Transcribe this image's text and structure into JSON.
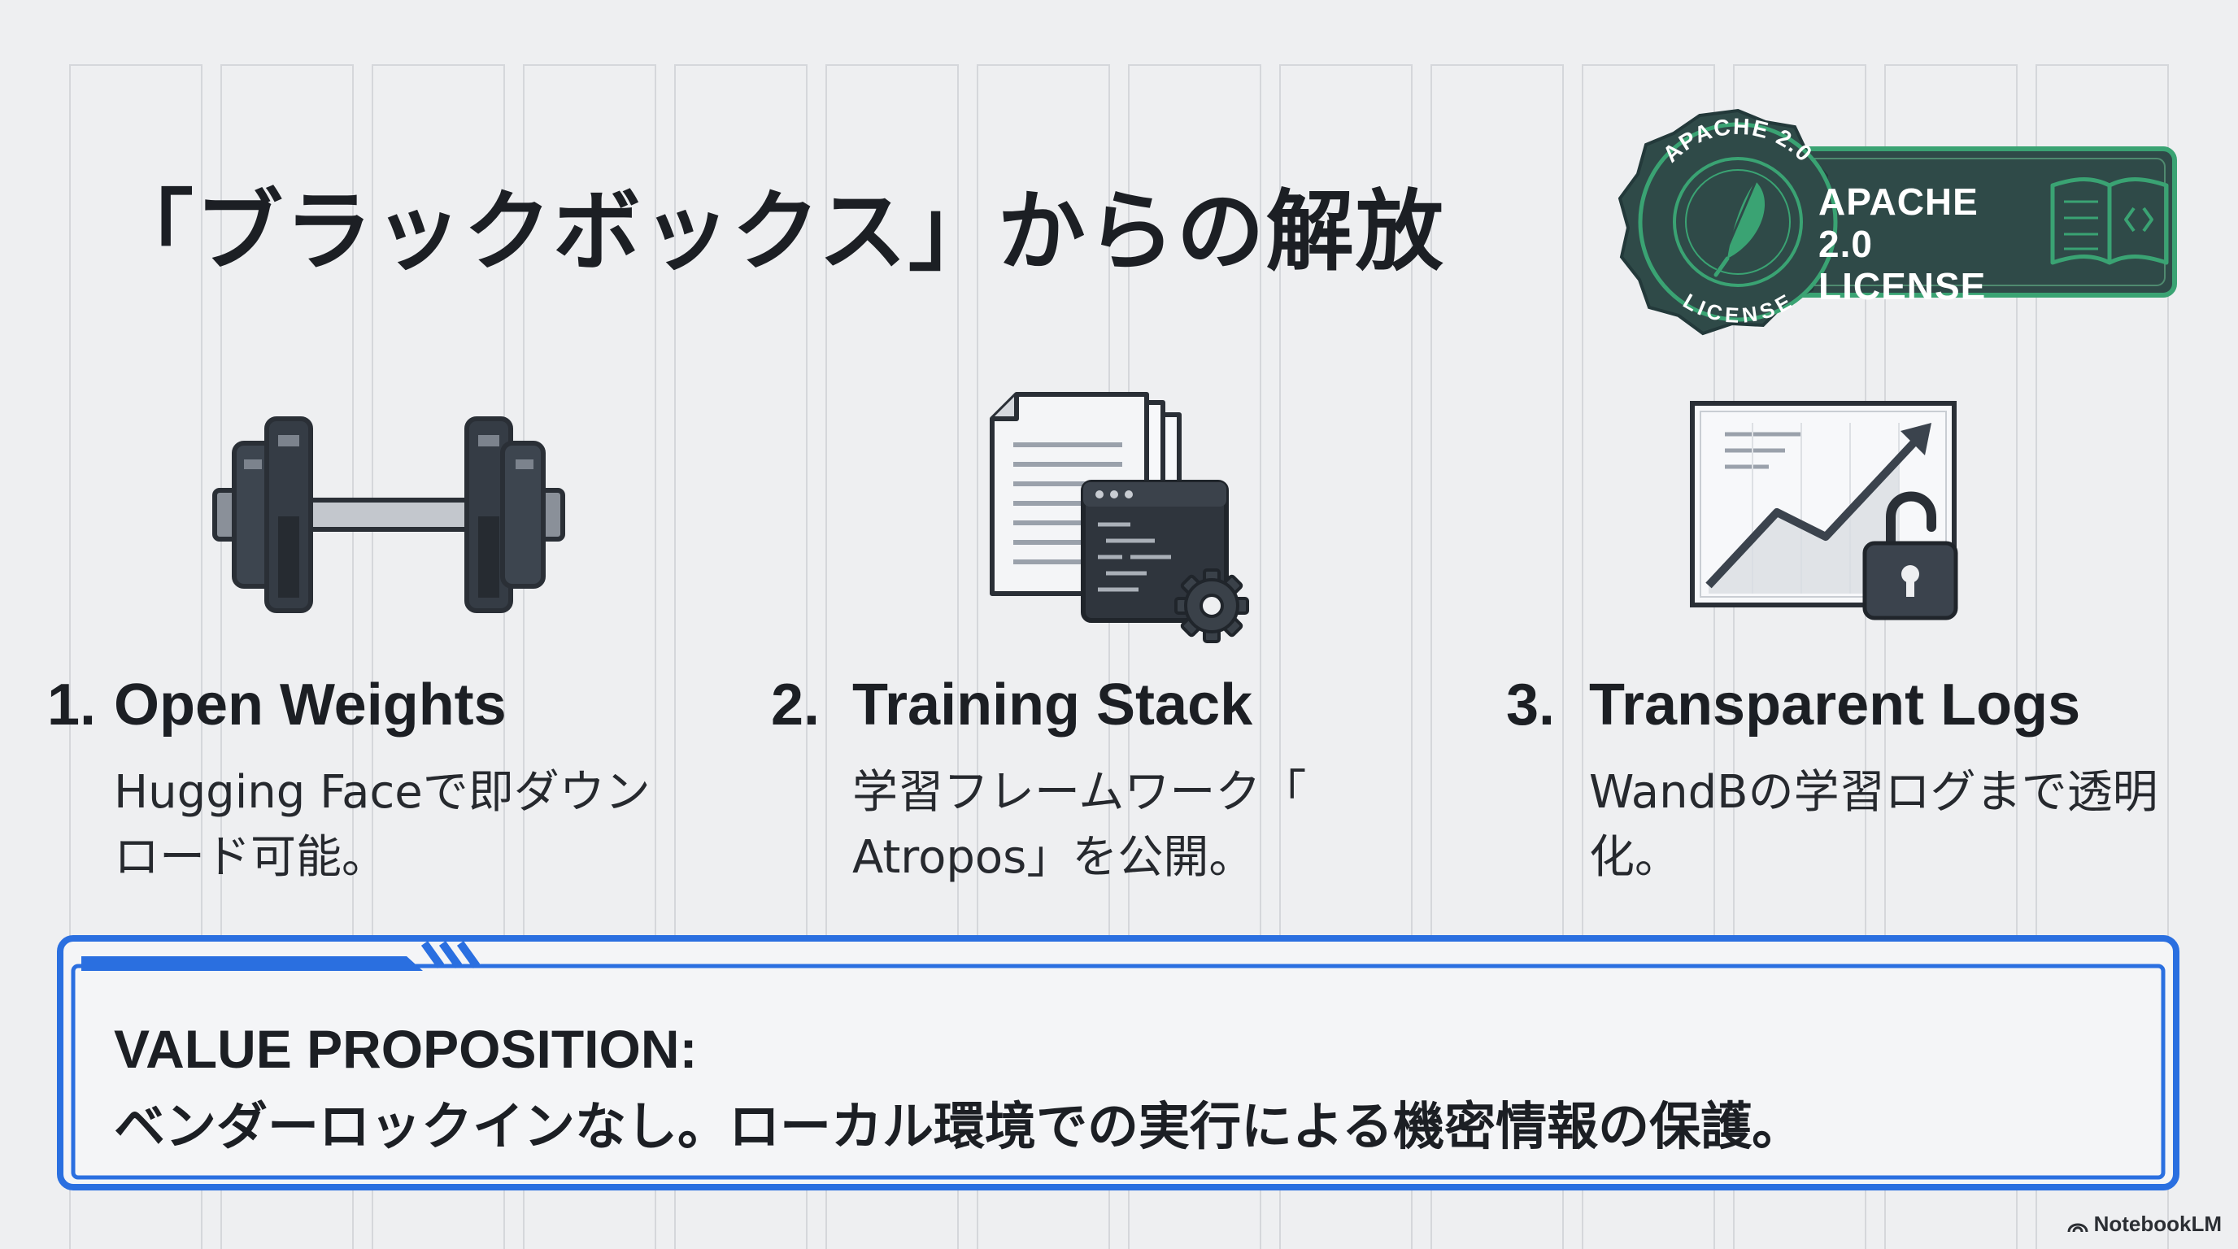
{
  "slide": {
    "title": "「ブラックボックス」からの解放"
  },
  "badge": {
    "seal_top": "APACHE 2.0",
    "seal_bottom": "LICENSE",
    "line1": "APACHE 2.0",
    "line2": "LICENSE",
    "icons": [
      "feather-icon",
      "book-code-icon"
    ],
    "colors": {
      "dark": "#2f4a48",
      "green": "#3aa373"
    }
  },
  "features": [
    {
      "number": "1.",
      "title": "Open Weights",
      "description": "Hugging Faceで即ダウン\nロード可能。",
      "icon": "dumbbell-icon"
    },
    {
      "number": "2.",
      "title": "Training Stack",
      "description": "学習フレームワーク「\nAtropos」を公開。",
      "icon": "documents-code-gear-icon"
    },
    {
      "number": "3.",
      "title": "Transparent Logs",
      "description": "WandBの学習ログまで透明\n化。",
      "icon": "chart-unlock-icon"
    }
  ],
  "value_proposition": {
    "label": "VALUE PROPOSITION:",
    "text": "ベンダーロックインなし。ローカル環境での実行による機密情報の保護。",
    "accent_color": "#2a6fe0"
  },
  "watermark": {
    "text": "NotebookLM"
  }
}
